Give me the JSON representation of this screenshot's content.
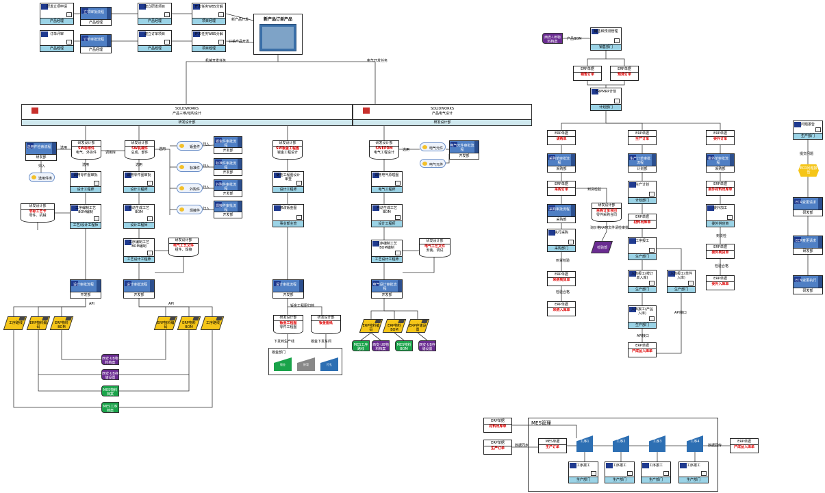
{
  "blocks": {
    "b1": "研发立项申请",
    "b1r": "产品经理",
    "b2": "立项审批流程",
    "b2r": "产品经理",
    "b3": "建立研发项目",
    "b3r": "产品经理",
    "b4": "开发任务WBS分解",
    "b4r": "项目经理",
    "b5": "订单评审",
    "b5r": "产品经理",
    "b6": "订单审批流程",
    "b6r": "产品经理",
    "b7": "建立订单项目",
    "b7r": "产品经理",
    "b8": "开发任务WBS分解",
    "b8r": "项目经理",
    "newprod": "新产品订单产品",
    "lbl_newdev": "新产品开发",
    "lbl_orderdev": "订单产品开发",
    "lbl_mech": "机械开发任务",
    "lbl_elec": "电气开发任务",
    "sw1": "SOLIDWORKS",
    "sw1b": "产品三维/结构设计",
    "sw1s": "研发设计部",
    "sw2": "SOLIDWORKS",
    "sw2b": "产品电气设计",
    "sw2s": "研发设计部",
    "m1": "选用件检索流程",
    "m1r": "研发部",
    "d1h": "研发设计部",
    "d1a": "SW标准件",
    "d1b": "电气、外协件",
    "d2h": "研发设计部",
    "d2a": "SW机械件",
    "d2b": "总成、部件",
    "cyl1": "选用件库",
    "lbl_xy": "选用",
    "lbl_lib": "调用库",
    "cylA": "钣金件",
    "cylB": "标准件",
    "cylC": "外购件",
    "cylD": "焊接件",
    "lbl_load": "归入",
    "lbl_use": "选用",
    "sA": "钣金件审批流程",
    "sB": "标准件审批流程",
    "sC": "外购件审批流程",
    "sD": "焊接件审批流程",
    "sr": "开发部",
    "e1": "调用零件图审批",
    "e1r": "设计工程师",
    "e2": "调用零件图审批",
    "e2r": "设计工程师",
    "dt1h": "研发设计部",
    "dt1a": "非标工艺卡",
    "dt1b": "零件、机械",
    "p1": "工序编制工艺BOM编制",
    "p1r": "工艺/设计工程师",
    "p2": "自动生成工艺BOM",
    "p2r": "设计工程师",
    "p3": "工序编制工艺BOM编制",
    "p3r": "工艺设计工程师",
    "dt2h": "研发设计部",
    "dt2a": "电气工艺文件",
    "dt2b": "组件、焊接",
    "s1": "设计审批流程",
    "s1r": "开发部",
    "s2": "设计审批流程",
    "s2r": "开发部",
    "dm": "研发设计部",
    "dma": "SW钣金工程图",
    "dmb": "钣金工程设计",
    "m2": "钣金工程图设计审查",
    "m2r": "设计工程师",
    "m3": "修改钣金图",
    "m3r": "事业部主管",
    "m4": "设计审批流程",
    "m4r": "开发部",
    "lbl_pub": "钣金工程图归档",
    "dn1h": "研发设计部",
    "dn1a": "钣金工程图",
    "dn1b": "零件工程图",
    "dn2h": "研发设计部",
    "dn2a": "钣金图纸",
    "lbl_pdf1": "下发到生产线",
    "lbl_pdf2": "钣金下发车间",
    "pp": "钣金部门",
    "f1": "钣金",
    "f2": "折弯",
    "f3": "打孔",
    "de": "研发设计部",
    "dea": "SWEPDM",
    "deb": "电气工程设计",
    "ex1": "电气元件审批流程",
    "ex1r": "开发部",
    "cylE": "电气元件",
    "cylF": "电气元件",
    "e3": "调用电气原理图",
    "e3r": "电气工程师",
    "e4": "自动生成工艺BOM",
    "e4r": "设计工程师",
    "e5": "工序编制工艺BOM编制",
    "e5r": "工艺设计工程师",
    "dt3h": "研发设计部",
    "dt3a": "电气工艺文件",
    "dt3b": "安装、调试",
    "s3": "电气设计审批流程",
    "s3r": "开发部",
    "lbl_api": "API",
    "lbl_api2": "API",
    "y1": "工序路线",
    "y2": "ERP物料编码",
    "y3": "ERP物料BOM",
    "y4": "ERP物料编码",
    "y5": "ERP物料BOM",
    "y6": "工序路线",
    "pu1": "西安·UB物料档案",
    "pu2": "西安·UB存储设置",
    "gr1": "MES物料档案",
    "gr2": "MES工序档案",
    "y7": "ERP物料编码",
    "y8": "ERP物料BOM",
    "y9": "ERP存储设置",
    "g1": "MES工序路线",
    "pu3": "西安·UB物料档案",
    "g2": "MES物料BOM",
    "pu4": "西安·UB存储设置"
  },
  "erp": {
    "pill0": "西安·UB物料档案",
    "lbl_bom": "产品BOM",
    "mrp": "销售和预测管理",
    "mrpr": "销售部门",
    "eh": "ERP单据",
    "so": "销售订单",
    "fc": "预测订单",
    "mrp2": "ERPMRP计划",
    "mrp2r": "计划部门",
    "r1": "请购单",
    "r2": "生产订单",
    "r3": "委外订单",
    "c1": "采购单审批流程",
    "c1r": "采购部",
    "c2": "生产订单审批流程",
    "c2r": "计划部",
    "c3": "委外单审批流程",
    "c3r": "采购部",
    "po": "采购订单",
    "lbl_arrive": "到货检验",
    "dq": "研发设计部",
    "dqa": "采购订单合同",
    "dqb": "零件采购合同",
    "lbl_plm": "询价格RAM文件请检审批",
    "q1": "采购审批流程",
    "q1r": "采购部",
    "q2": "执行采购",
    "q2r": "采购部门",
    "lbl_in": "到货检验",
    "rc": "采购到货单",
    "lbl_ck": "检验合格",
    "rk": "采购入库单",
    "qc": "检验部",
    "pl": "生产计划",
    "plr": "计划部门",
    "mo": "材料出库单",
    "wk": "工序报工",
    "wkr": "生产部门",
    "wk2": "入库报工(按订单入库)",
    "wk2r": "生产部门",
    "wk3": "入库报工(产品入库)",
    "wk3r": "生产部门",
    "wk4": "入库报工(单件入库)",
    "wk4r": "生产部门",
    "lbl_apiA": "API接口",
    "lbl_apiB": "API接口",
    "fin": "产成品入库单",
    "ot1": "委外材料出库单",
    "ot2": "委外加工",
    "ot2r": "委外供应商",
    "ot3": "委外到货单",
    "ot4": "委外入库单",
    "lbl_ar": "到货检",
    "lbl_ck2": "检验合格",
    "ecr1": "问题报告",
    "ecr1r": "生产部门",
    "lbl_trg": "提交问题",
    "hex": "ECR问题报告",
    "ecr2": "ECR变更请求",
    "ecr2r": "研发部",
    "ecr3": "ECR变更请求",
    "ecr3r": "研发部",
    "ecr4": "ECN变更执行",
    "ecr4r": "研发部"
  },
  "mes": {
    "title": "MES管理",
    "eh": "ERP单据",
    "in1": "材料出库单",
    "in2": "生产订单",
    "lbl_sync": "数据同步",
    "lbl_out": "数据回传",
    "mh": "MES单据",
    "mt": "生产订单",
    "op1": "工序1",
    "op2": "工序2",
    "op3": "工序3",
    "op4": "工序4",
    "w": "工序报工",
    "wr": "生产部门",
    "fin": "产成品入库单"
  }
}
